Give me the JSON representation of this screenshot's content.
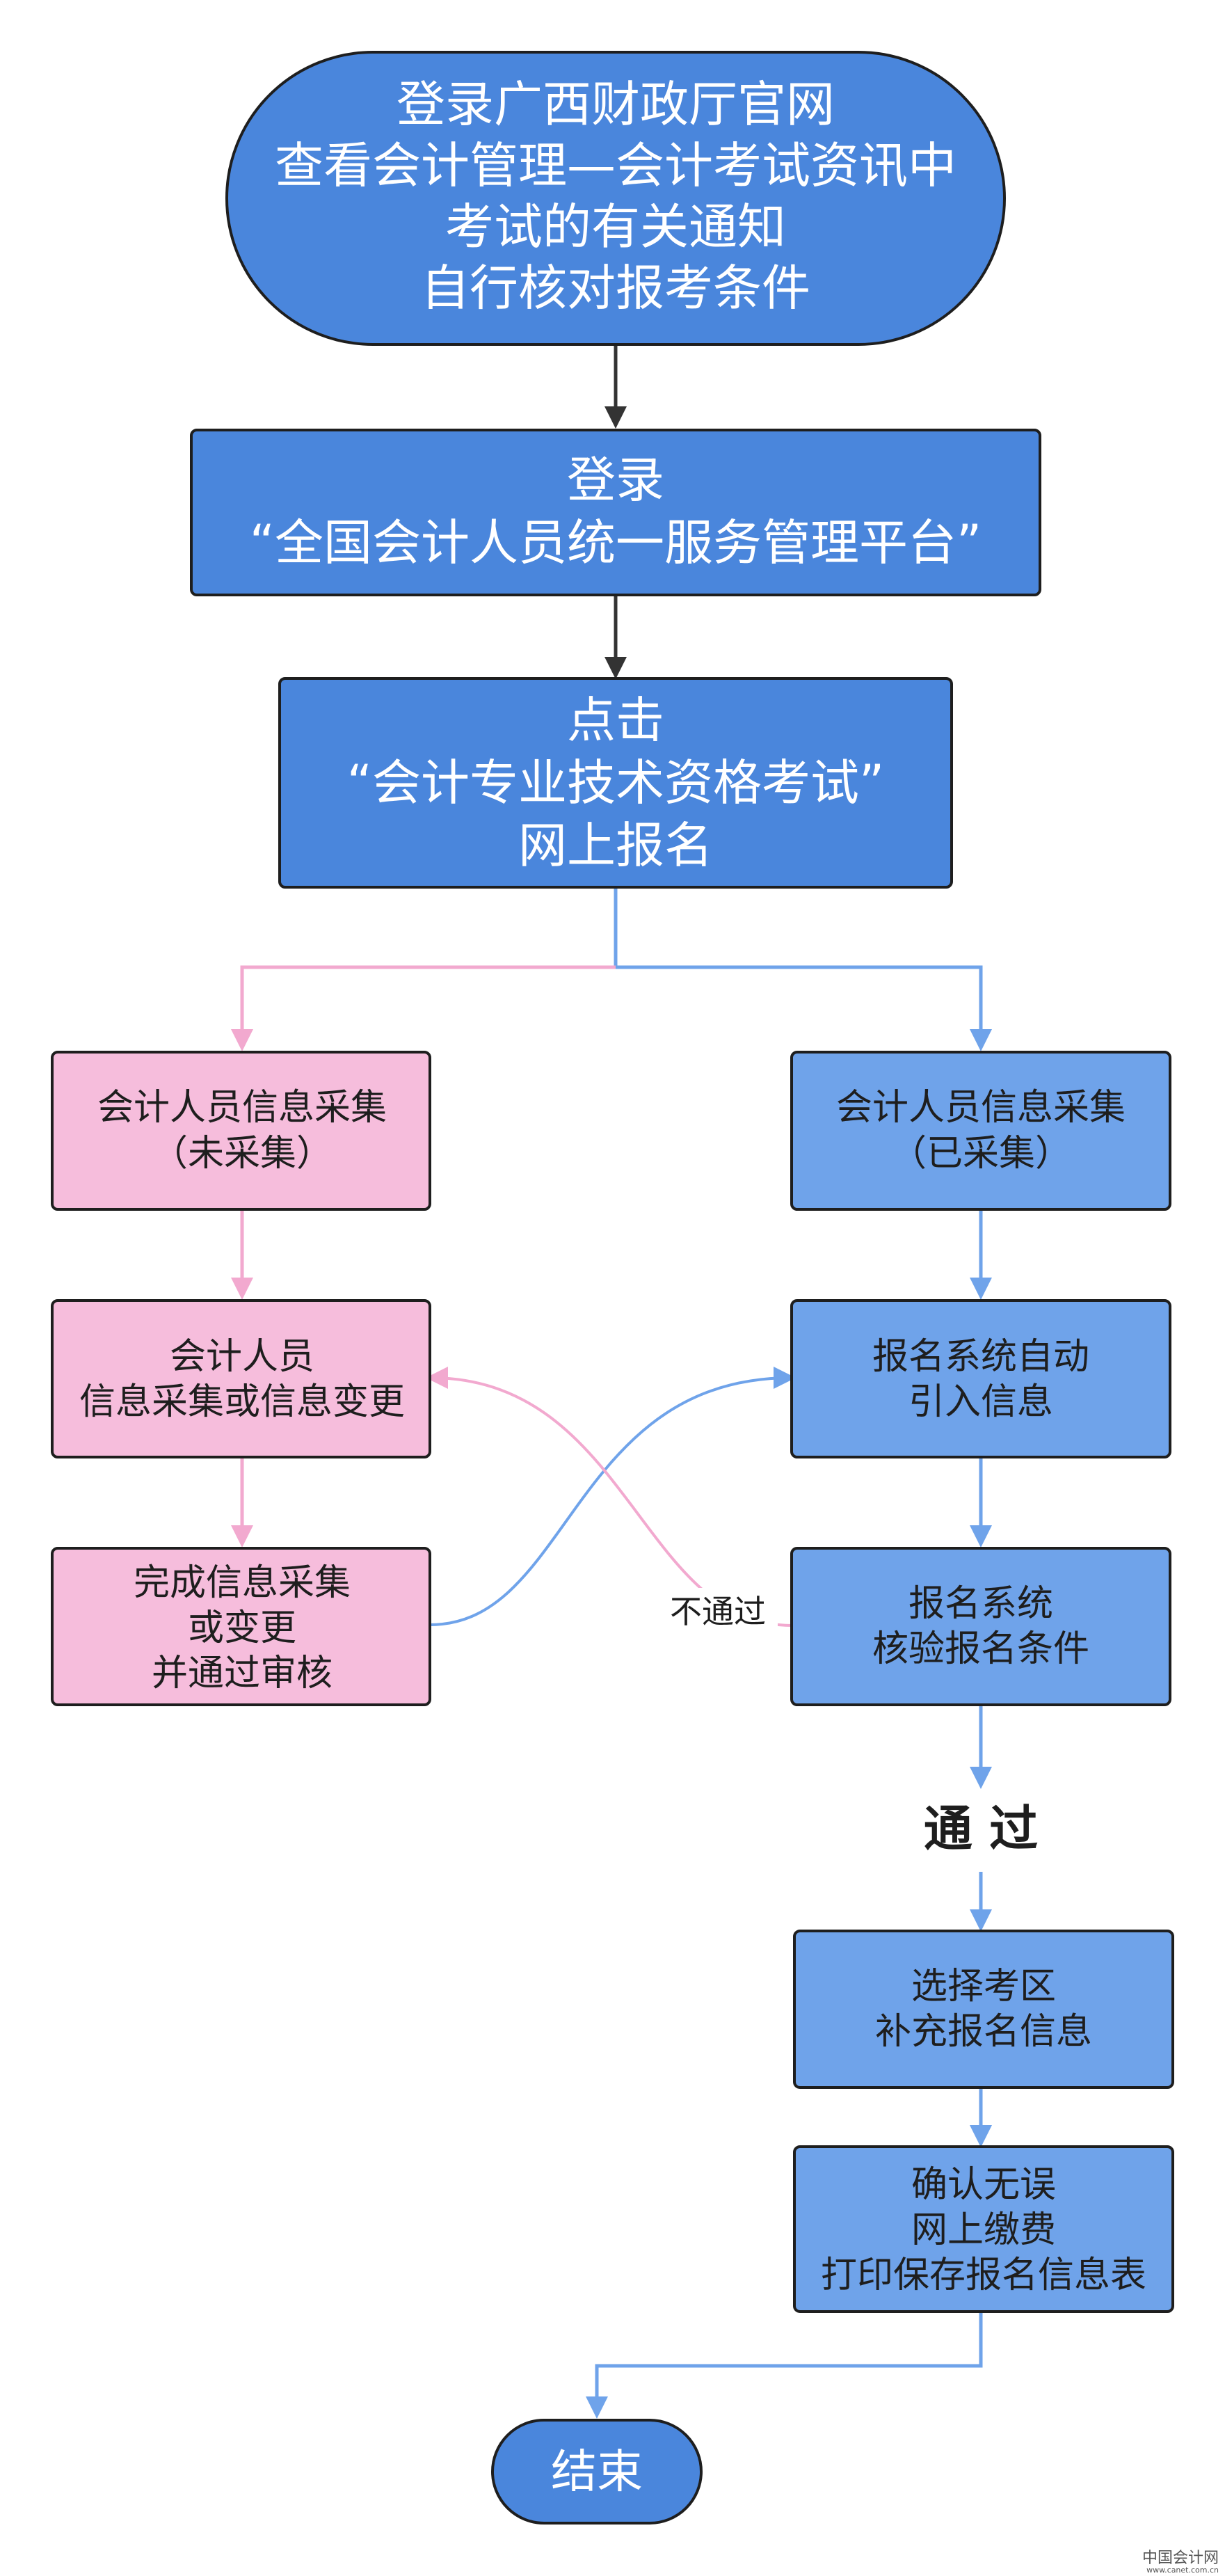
{
  "nodes": {
    "start": {
      "lines": [
        "登录广西财政厅官网",
        "查看会计管理—会计考试资讯中",
        "考试的有关通知",
        "自行核对报考条件"
      ]
    },
    "login": {
      "lines": [
        "登录",
        "“全国会计人员统一服务管理平台”"
      ]
    },
    "click_register": {
      "lines": [
        "点击",
        "“会计专业技术资格考试”",
        "网上报名"
      ]
    },
    "collect_not_done": {
      "lines": [
        "会计人员信息采集",
        "（未采集）"
      ]
    },
    "collect_or_change": {
      "lines": [
        "会计人员",
        "信息采集或信息变更"
      ]
    },
    "complete_collect": {
      "lines": [
        "完成信息采集",
        "或变更",
        "并通过审核"
      ]
    },
    "collect_done": {
      "lines": [
        "会计人员信息采集",
        "（已采集）"
      ]
    },
    "auto_import": {
      "lines": [
        "报名系统自动",
        "引入信息"
      ]
    },
    "verify_conditions": {
      "lines": [
        "报名系统",
        "核验报名条件"
      ]
    },
    "select_area": {
      "lines": [
        "选择考区",
        "补充报名信息"
      ]
    },
    "confirm_pay": {
      "lines": [
        "确认无误",
        "网上缴费",
        "打印保存报名信息表"
      ]
    },
    "end": {
      "lines": [
        "结束"
      ]
    }
  },
  "labels": {
    "not_passed": "不通过",
    "passed": "通 过"
  },
  "watermark": {
    "line1": "中国会计网",
    "line2": "www.canet.com.cn"
  },
  "colors": {
    "primary_blue": "#4a86dc",
    "light_blue": "#6fa3ea",
    "pink": "#f6bddc",
    "border": "#1e1e1e",
    "arrow_dark": "#333333",
    "arrow_blue": "#6fa3ea",
    "arrow_pink": "#f2a9cf"
  }
}
